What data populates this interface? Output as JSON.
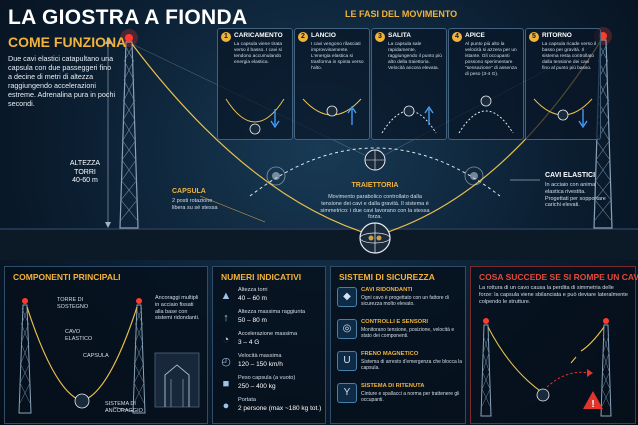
{
  "header": {
    "title": "LA GIOSTRA A FIONDA",
    "subtitle": "COME FUNZIONA",
    "intro": "Due cavi elastici catapultano una capsula con due passeggeri fino a decine di metri di altezza raggiungendo accelerazioni estreme. Adrenalina pura in pochi secondi."
  },
  "phases": {
    "title": "LE FASI DEL MOVIMENTO",
    "items": [
      {
        "num": "1",
        "name": "CARICAMENTO",
        "desc": "La capsula viene tirata verso il basso. I cavi si tendono accumulando energia elastica."
      },
      {
        "num": "2",
        "name": "LANCIO",
        "desc": "I cavi vengono rilasciati improvvisamente. L'energia elastica si trasforma in spinta verso l'alto."
      },
      {
        "num": "3",
        "name": "SALITA",
        "desc": "La capsula sale rapidamente, raggiungendo il punto più alto della traiettoria. Velocità ancora elevata."
      },
      {
        "num": "4",
        "name": "APICE",
        "desc": "Al punto più alto la velocità si azzera per un istante. Gli occupanti possono sperimentare \"sensazione\" di assenza di peso (3-4 G)."
      },
      {
        "num": "5",
        "name": "RITORNO",
        "desc": "La capsula ricade verso il basso per gravità. Il sistema resta controllato dalla tensione dei cavi fino al punto più basso."
      }
    ]
  },
  "main": {
    "tower_label": "ALTEZZA TORRI",
    "tower_value": "40-60 m",
    "capsule_title": "CAPSULA",
    "capsule_desc": "2 posti rotazione libera su sé stessa",
    "trajectory_title": "TRAIETTORIA",
    "trajectory_desc": "Movimento parabolico controllato dalla tensione dei cavi e dalla gravità. Il sistema è simmetrico: i due cavi lavorano con la stessa forza.",
    "cables_title": "CAVI ELASTICI",
    "cables_desc": "In acciaio con anima elastica rivestita. Progettati per sopportare carichi elevati."
  },
  "components": {
    "title": "COMPONENTI PRINCIPALI",
    "tower": "TORRE DI SOSTEGNO",
    "cable": "CAVO ELASTICO",
    "capsule": "CAPSULA",
    "anchor": "SISTEMA DI ANCORAGGIO",
    "anchor_desc": "Ancoraggi multipli in acciaio fissati alla base con sistemi ridondanti."
  },
  "numbers": {
    "title": "NUMERI INDICATIVI",
    "items": [
      {
        "label": "Altezza torri",
        "value": "40 – 60 m"
      },
      {
        "label": "Altezza massima raggiunta",
        "value": "50 – 80 m"
      },
      {
        "label": "Accelerazione massima",
        "value": "3 – 4 G"
      },
      {
        "label": "Velocità massima",
        "value": "120 – 150 km/h"
      },
      {
        "label": "Peso capsula (a vuoto)",
        "value": "250 – 400 kg"
      },
      {
        "label": "Portata",
        "value": "2 persone (max ~180 kg tot.)"
      }
    ]
  },
  "security": {
    "title": "SISTEMI DI SICUREZZA",
    "items": [
      {
        "name": "CAVI RIDONDANTI",
        "desc": "Ogni cavo è progettato con un fattore di sicurezza molto elevato."
      },
      {
        "name": "CONTROLLI E SENSORI",
        "desc": "Monitorano tensione, posizione, velocità e stato dei componenti."
      },
      {
        "name": "FRENO MAGNETICO",
        "desc": "Sistema di arresto d'emergenza che blocca la capsula."
      },
      {
        "name": "SISTEMA DI RITENUTA",
        "desc": "Cinture e spallacci a norma per trattenere gli occupanti."
      }
    ]
  },
  "failure": {
    "title": "COSA SUCCEDE SE SI ROMPE UN CAVO",
    "desc": "La rottura di un cavo causa la perdita di simmetria delle forze: la capsula viene sbilanciata e può deviare lateralmente colpendo le strutture."
  },
  "colors": {
    "accent": "#f2b33a",
    "danger": "#e0342c",
    "cable": "#e9c04a",
    "bg": "#0b1e31"
  }
}
